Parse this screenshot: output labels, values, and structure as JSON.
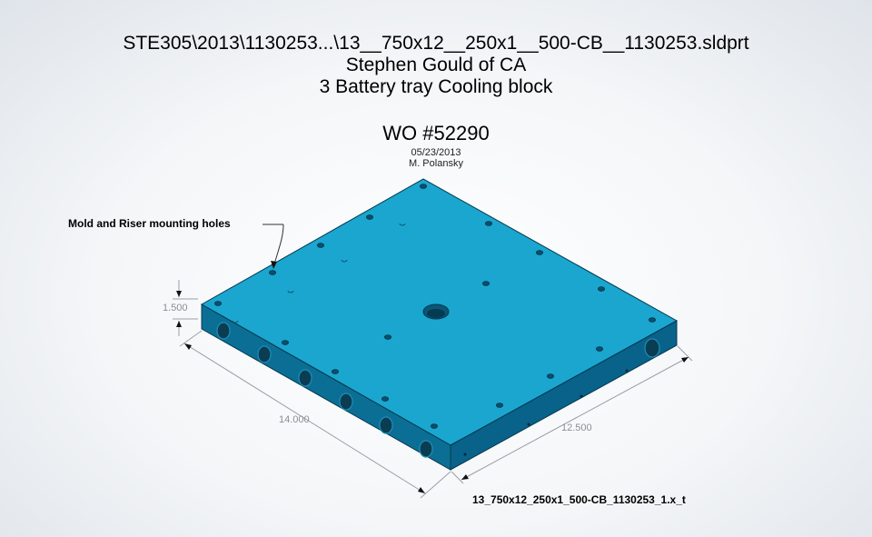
{
  "header": {
    "file_path": "STE305\\2013\\1130253...\\13__750x12__250x1__500-CB__1130253.sldprt",
    "company": "Stephen Gould of CA",
    "part_name": "3 Battery tray Cooling block",
    "work_order": "WO #52290",
    "date": "05/23/2013",
    "author": "M. Polansky"
  },
  "annotations": {
    "callout": "Mold and Riser mounting holes",
    "export_file": "13_750x12_250x1_500-CB_1130253_1.x_t"
  },
  "dimensions": {
    "height": "1.500",
    "length": "14.000",
    "width": "12.500"
  },
  "colors": {
    "top_face": "#1aa6cf",
    "front_face": "#0b6f95",
    "right_face": "#08628a",
    "edge": "#04384f",
    "dimension_line": "#9aa0a6"
  }
}
